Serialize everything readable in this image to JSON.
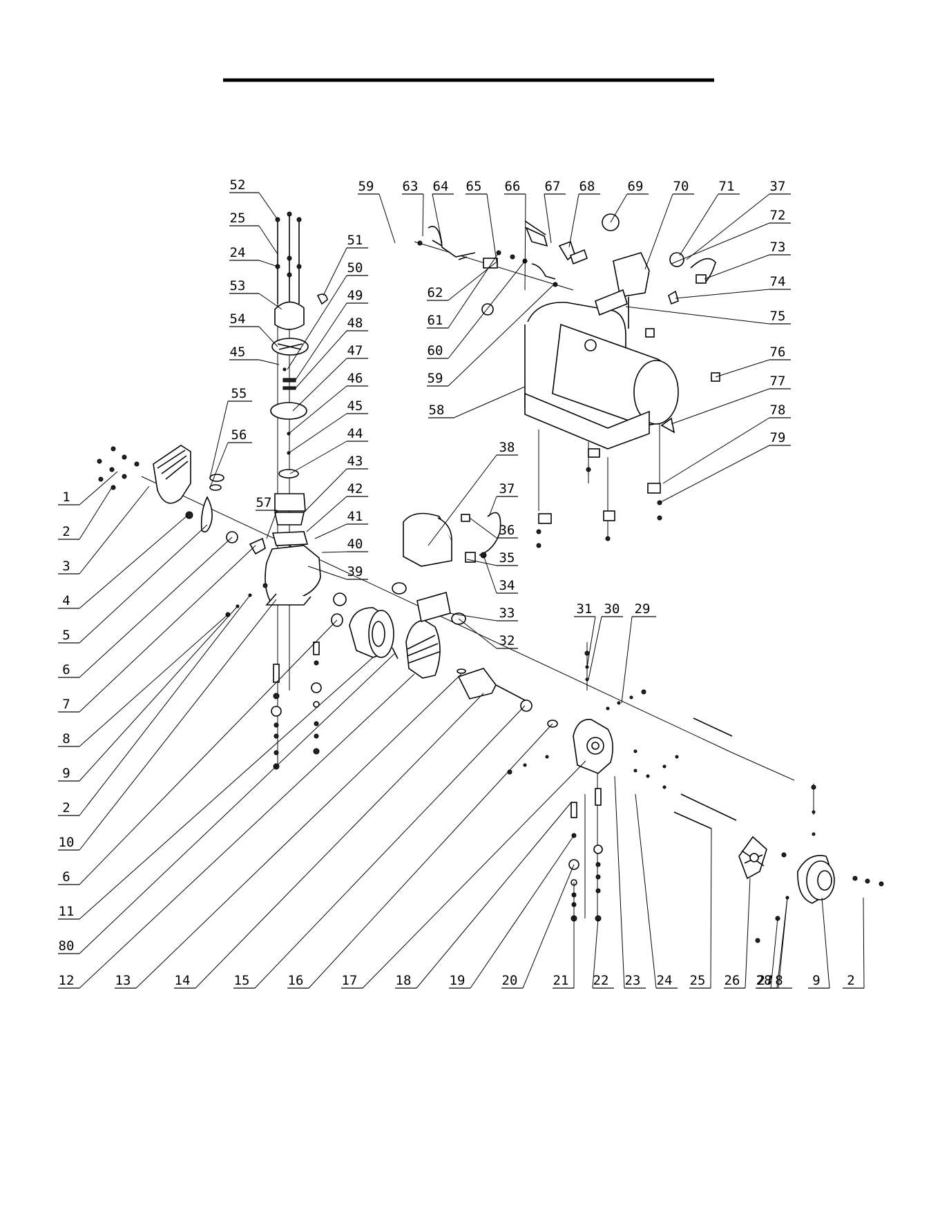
{
  "diagram": {
    "callouts": [
      "1",
      "2",
      "3",
      "4",
      "5",
      "6",
      "7",
      "8",
      "9",
      "2",
      "10",
      "6",
      "11",
      "80",
      "12",
      "13",
      "14",
      "15",
      "16",
      "17",
      "18",
      "19",
      "20",
      "21",
      "22",
      "23",
      "24",
      "25",
      "26",
      "27",
      "28",
      "8",
      "9",
      "2",
      "29",
      "30",
      "31",
      "32",
      "33",
      "34",
      "35",
      "36",
      "37",
      "38",
      "39",
      "40",
      "41",
      "42",
      "43",
      "44",
      "45",
      "46",
      "47",
      "48",
      "49",
      "50",
      "51",
      "52",
      "25",
      "24",
      "53",
      "54",
      "45",
      "55",
      "56",
      "57",
      "58",
      "59",
      "59",
      "60",
      "61",
      "62",
      "63",
      "64",
      "65",
      "66",
      "67",
      "68",
      "69",
      "70",
      "71",
      "37",
      "72",
      "73",
      "74",
      "75",
      "76",
      "77",
      "78",
      "79"
    ]
  }
}
